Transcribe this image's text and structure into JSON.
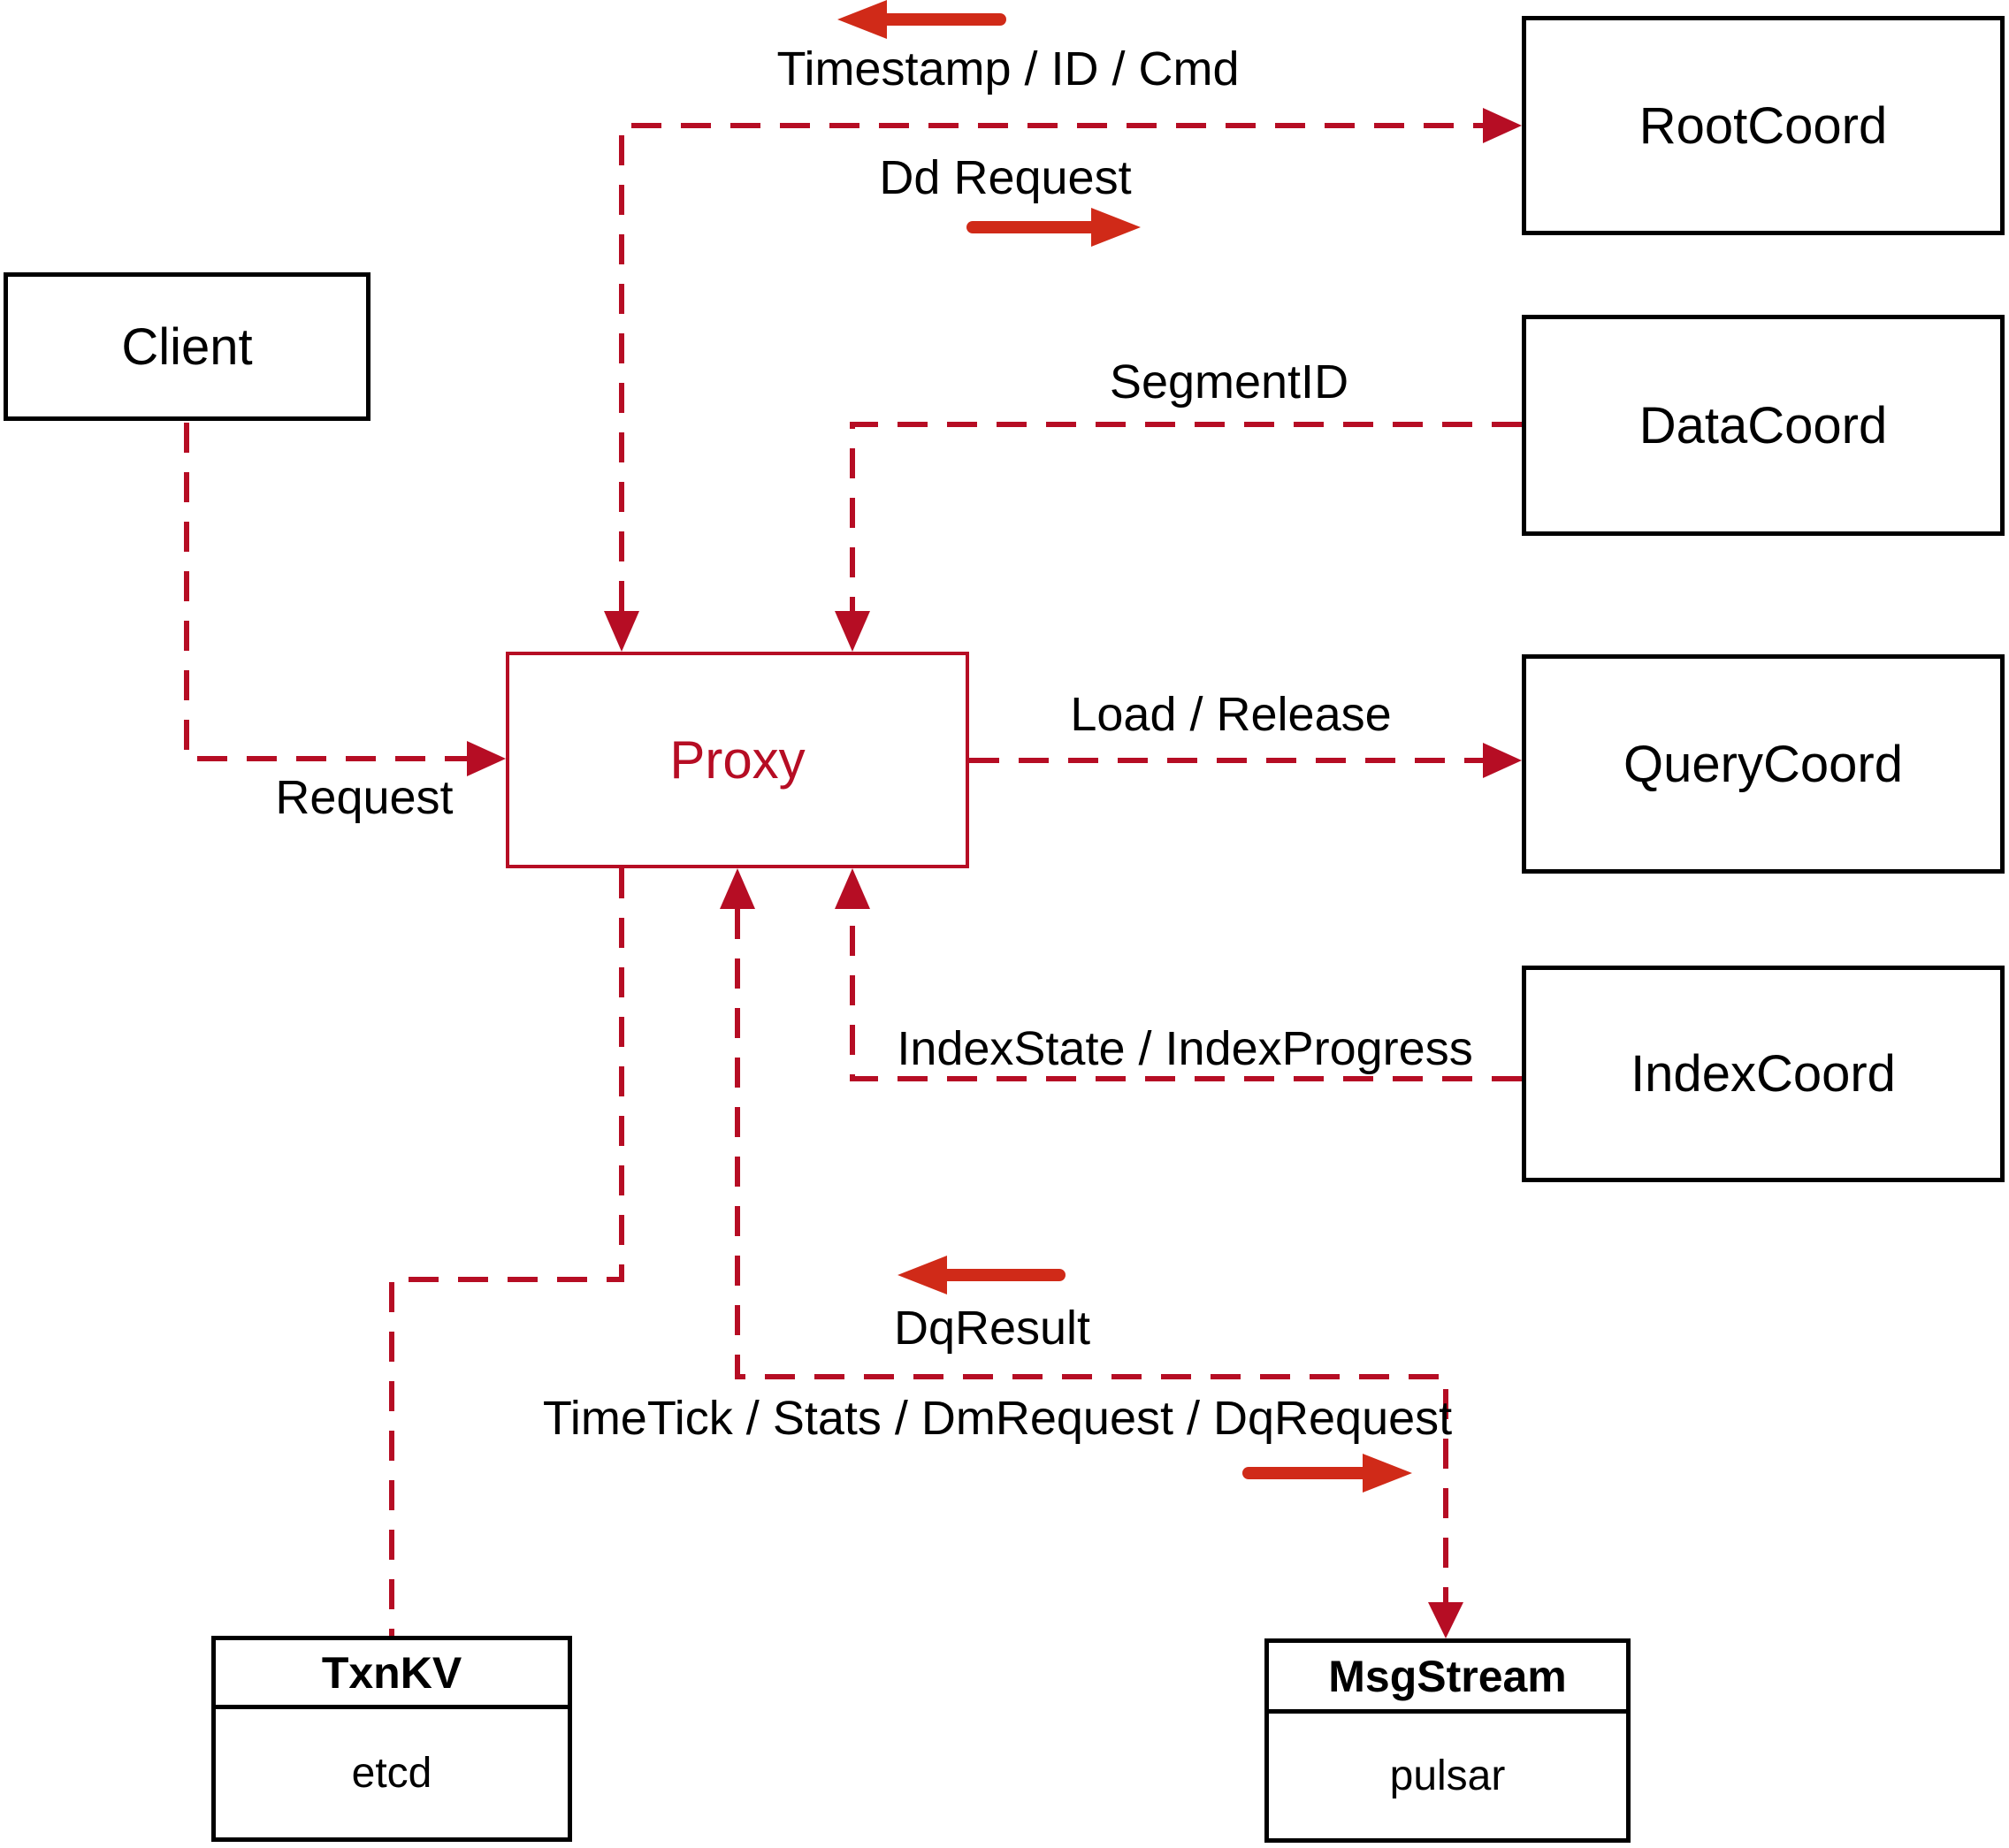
{
  "nodes": {
    "client": {
      "label": "Client"
    },
    "proxy": {
      "label": "Proxy"
    },
    "root_coord": {
      "label": "RootCoord"
    },
    "data_coord": {
      "label": "DataCoord"
    },
    "query_coord": {
      "label": "QueryCoord"
    },
    "index_coord": {
      "label": "IndexCoord"
    },
    "txn_kv": {
      "title": "TxnKV",
      "subtitle": "etcd"
    },
    "msg_stream": {
      "title": "MsgStream",
      "subtitle": "pulsar"
    }
  },
  "edge_labels": {
    "timestamp_id_cmd": "Timestamp / ID / Cmd",
    "dd_request": "Dd Request",
    "segment_id": "SegmentID",
    "load_release": "Load / Release",
    "index_state_progress": "IndexState / IndexProgress",
    "request": "Request",
    "dq_result": "DqResult",
    "timetick_stats": "TimeTick / Stats / DmRequest / DqRequest"
  },
  "colors": {
    "line": "#b60d24",
    "arrow": "#d02a18",
    "node_border": "#000000",
    "text": "#000000",
    "background": "#ffffff"
  }
}
